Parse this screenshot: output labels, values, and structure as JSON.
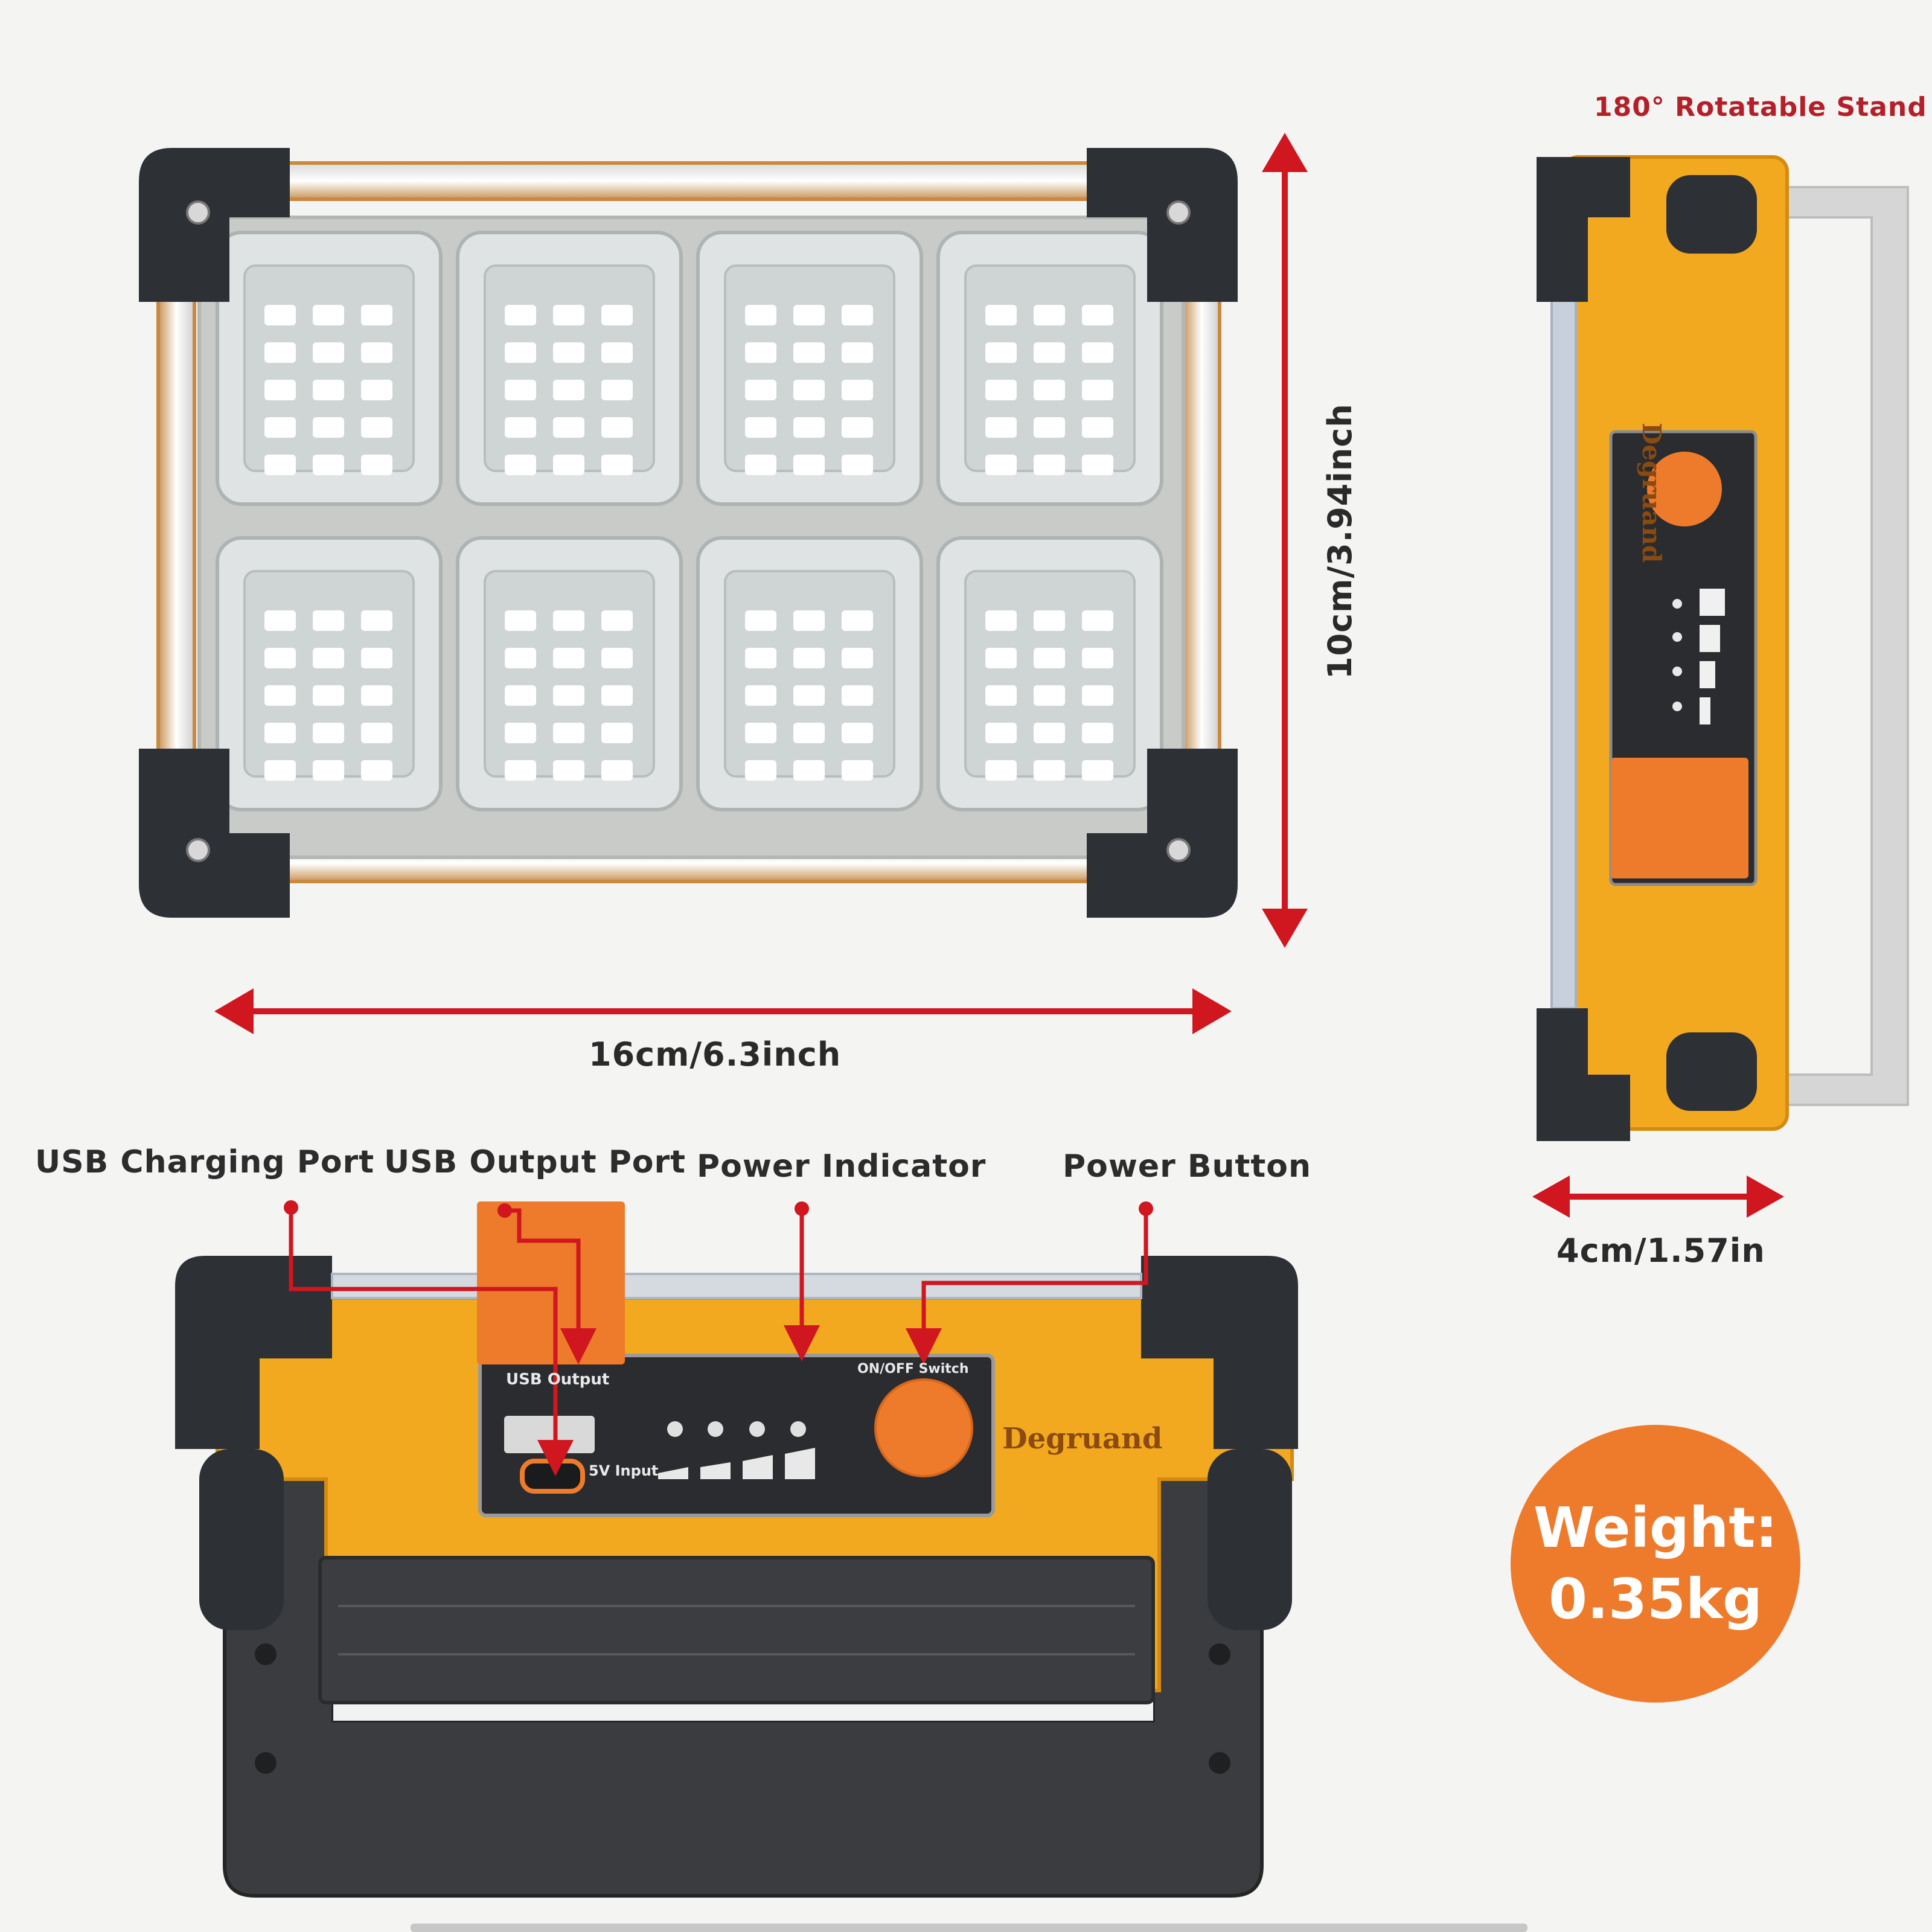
{
  "dimensions": {
    "width": "16cm/6.3inch",
    "height": "10cm/3.94inch",
    "depth": "4cm/1.57in"
  },
  "side_view": {
    "stand_title": "180° Rotatable Stand",
    "brand_vertical": "Degruand"
  },
  "callouts": {
    "usb_charging_port": "USB Charging Port",
    "usb_output_port": "USB Output Port",
    "power_indicator": "Power Indicator",
    "power_button": "Power Button"
  },
  "panel": {
    "usb_output": "USB Output",
    "input_5v": "5V Input",
    "on_off": "ON/OFF Switch",
    "brand": "Degruand"
  },
  "weight": {
    "line1": "Weight:",
    "line2": "0.35kg"
  },
  "colors": {
    "accent_orange": "#ee7b2b",
    "body_yellow": "#f2a91f",
    "frame_dark": "#2d3034",
    "arrow_red": "#d0161f"
  }
}
